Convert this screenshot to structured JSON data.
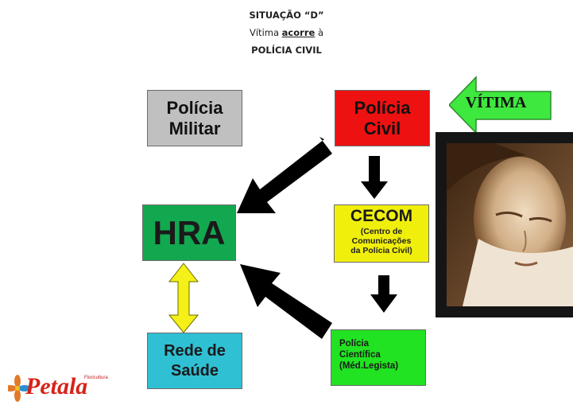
{
  "header": {
    "line1": "SITUAÇÃO “D”",
    "line2_a": "Vítima ",
    "line2_b": "acorre",
    "line2_c": " à",
    "line3": "POLÍCIA CIVIL"
  },
  "nodes": {
    "policia_militar": {
      "line1": "Polícia",
      "line2": "Militar",
      "color": "#c0c0c0"
    },
    "policia_civil": {
      "line1": "Polícia",
      "line2": "Civil",
      "color": "#ee1111"
    },
    "hra": {
      "label": "HRA",
      "color": "#12a850"
    },
    "cecom": {
      "title": "CECOM",
      "sub1": "(Centro de",
      "sub2": "Comunicações",
      "sub3": "da Polícia Civil)",
      "color": "#f0ef0c"
    },
    "rede_saude": {
      "line1": "Rede de",
      "line2": "Saúde",
      "color": "#2fc0d4"
    },
    "policia_cientifica": {
      "line1": "Polícia",
      "line2": "Científica",
      "line3": "(Méd.Legista)",
      "color": "#21e321"
    }
  },
  "vitima_arrow": {
    "label": "VÍTIMA",
    "color": "#3ee83e"
  },
  "photo": {
    "subject": "woman-portrait-sepia"
  },
  "logo": {
    "text": "Petala",
    "tiny": "Floricultura",
    "color": "#d62218"
  },
  "edges": [
    {
      "from": "Polícia Civil",
      "to": "HRA"
    },
    {
      "from": "Polícia Civil",
      "to": "CECOM"
    },
    {
      "from": "CECOM",
      "to": "Polícia Científica"
    },
    {
      "from": "Polícia Científica",
      "to": "HRA"
    },
    {
      "from": "HRA",
      "to": "Rede de Saúde",
      "bidirectional": true
    }
  ]
}
